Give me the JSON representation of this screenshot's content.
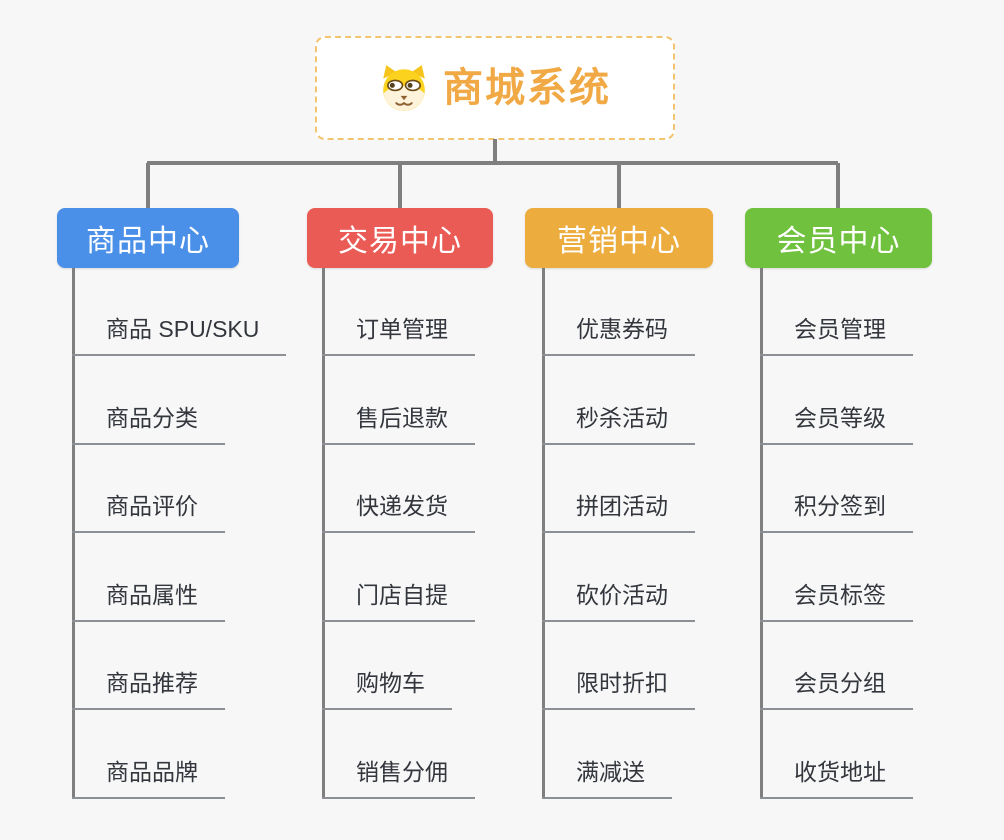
{
  "page": {
    "background_color": "#f7f7f7",
    "connector_color": "#7f7f7f"
  },
  "root": {
    "title": "商城系统",
    "icon": "doge-icon",
    "title_color": "#f0a945",
    "border_color": "#f3c46f"
  },
  "branches": [
    {
      "label": "商品中心",
      "color": "#4a8fe8",
      "children": [
        "商品 SPU/SKU",
        "商品分类",
        "商品评价",
        "商品属性",
        "商品推荐",
        "商品品牌"
      ]
    },
    {
      "label": "交易中心",
      "color": "#ea5b55",
      "children": [
        "订单管理",
        "售后退款",
        "快递发货",
        "门店自提",
        "购物车",
        "销售分佣"
      ]
    },
    {
      "label": "营销中心",
      "color": "#ecac3e",
      "children": [
        "优惠券码",
        "秒杀活动",
        "拼团活动",
        "砍价活动",
        "限时折扣",
        "满减送"
      ]
    },
    {
      "label": "会员中心",
      "color": "#6fc13e",
      "children": [
        "会员管理",
        "会员等级",
        "积分签到",
        "会员标签",
        "会员分组",
        "收货地址"
      ]
    }
  ]
}
